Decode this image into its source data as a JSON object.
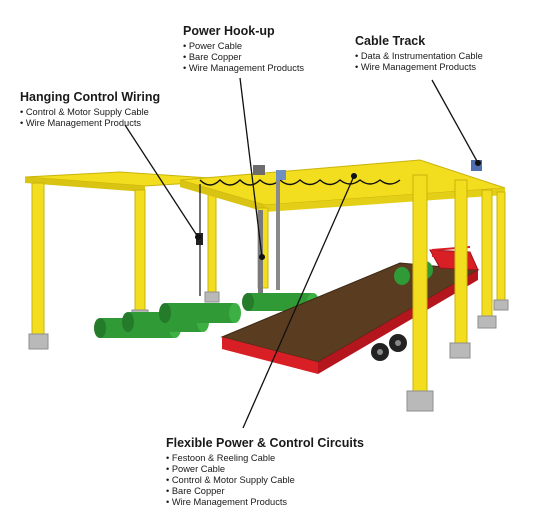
{
  "callouts": {
    "power_hookup": {
      "title": "Power Hook-up",
      "items": [
        "Power Cable",
        "Bare Copper",
        "Wire Management Products"
      ]
    },
    "cable_track": {
      "title": "Cable Track",
      "items": [
        "Data & Instrumentation Cable",
        "Wire Management Products"
      ]
    },
    "hanging_control": {
      "title": "Hanging Control Wiring",
      "items": [
        "Control & Motor Supply Cable",
        "Wire Management Products"
      ]
    },
    "flexible_power": {
      "title": "Flexible Power & Control Circuits",
      "items": [
        "Festoon & Reeling Cable",
        "Power Cable",
        "Control & Motor Supply Cable",
        "Bare Copper",
        "Wire Management Products"
      ]
    }
  },
  "colors": {
    "crane_yellow": "#f2dd1e",
    "crane_yellow_dark": "#c9b40c",
    "trailer_red": "#d91f26",
    "trailer_deck": "#5a3c20",
    "pipe_green": "#2f9a36",
    "concrete": "#b9b9b9",
    "leader_line": "#111111"
  }
}
